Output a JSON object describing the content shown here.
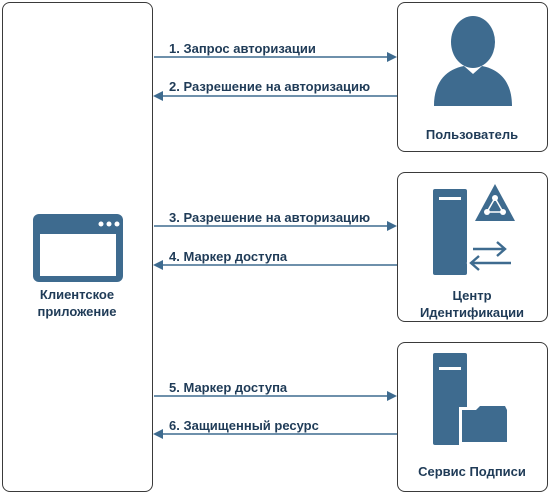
{
  "colors": {
    "icon": "#3e6b8f",
    "text": "#1f3b57",
    "border": "#3a3a3a"
  },
  "nodes": {
    "client": {
      "label": "Клиентское\nприложение",
      "icon": "app-window-icon"
    },
    "user": {
      "label": "Пользователь",
      "icon": "user-icon"
    },
    "identity_center": {
      "label": "Центр\nИдентификации",
      "icon": "server-network-icon"
    },
    "signature_service": {
      "label": "Сервис Подписи",
      "icon": "server-folder-icon"
    }
  },
  "arrows": [
    {
      "label": "1. Запрос авторизации",
      "from": "client",
      "to": "user"
    },
    {
      "label": "2. Разрешение на авторизацию",
      "from": "user",
      "to": "client"
    },
    {
      "label": "3. Разрешение на авторизацию",
      "from": "client",
      "to": "identity_center"
    },
    {
      "label": "4. Маркер доступа",
      "from": "identity_center",
      "to": "client"
    },
    {
      "label": "5. Маркер доступа",
      "from": "client",
      "to": "signature_service"
    },
    {
      "label": "6. Защищенный ресурс",
      "from": "signature_service",
      "to": "client"
    }
  ]
}
